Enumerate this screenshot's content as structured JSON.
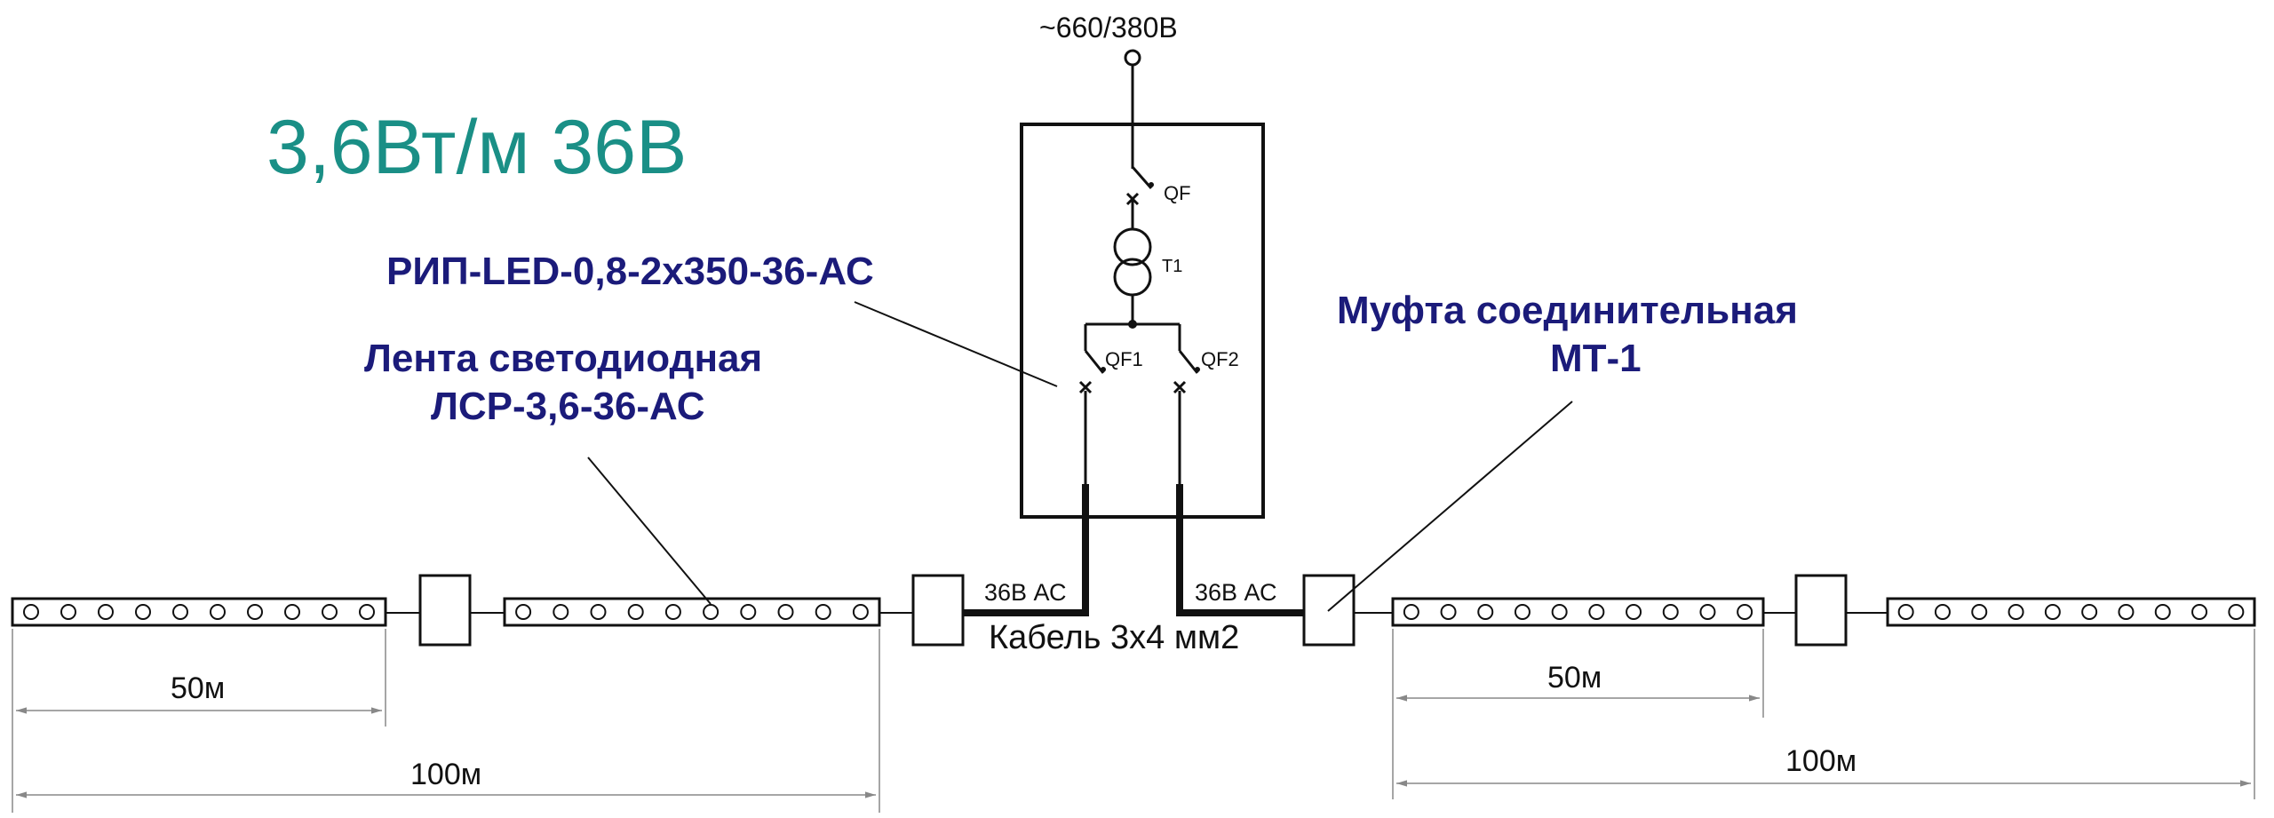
{
  "title": "3,6Вт/м 36В",
  "supply_label": "~660/380В",
  "labels": {
    "power_unit": "РИП-LED-0,8-2х350-36-АС",
    "strip_line1": "Лента светодиодная",
    "strip_line2": "ЛСР-3,6-36-АС",
    "coupler_line1": "Муфта соединительная",
    "coupler_line2": "МТ-1",
    "cable": "Кабель 3х4 мм2",
    "out_left": "36В АС",
    "out_right": "36В АС"
  },
  "components": {
    "qf": "QF",
    "t1": "T1",
    "qf1": "QF1",
    "qf2": "QF2"
  },
  "dimensions": {
    "left_short": "50м",
    "left_long": "100м",
    "right_short": "50м",
    "right_long": "100м"
  },
  "colors": {
    "title": "#1a8f86",
    "labels": "#1b1b7a",
    "lines": "#111111"
  }
}
